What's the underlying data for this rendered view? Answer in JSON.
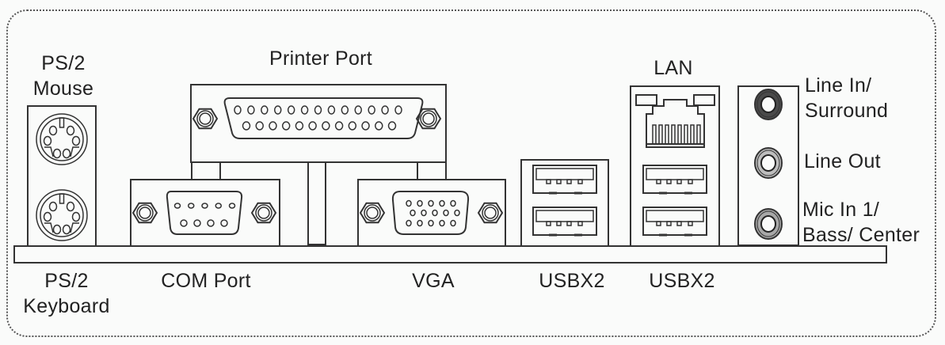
{
  "title": "Back Panel I/O Connectors",
  "labels": {
    "ps2_mouse": [
      "PS/2",
      "Mouse"
    ],
    "ps2_keyboard": [
      "PS/2",
      "Keyboard"
    ],
    "printer_port": "Printer Port",
    "com_port": "COM Port",
    "vga": "VGA",
    "usb_1": "USBX2",
    "lan": "LAN",
    "usb_2": "USBX2",
    "line_in": [
      "Line In/",
      "Surround"
    ],
    "line_out": "Line Out",
    "mic_in": [
      "Mic In 1/",
      "Bass/ Center"
    ]
  },
  "audio_jack_colors": {
    "line_in": "#4a4a4a",
    "line_out": "#bdbdbd",
    "mic_in": "#a8a8a8"
  },
  "connectors": [
    {
      "id": "ps2-mouse",
      "type": "ps2"
    },
    {
      "id": "ps2-keyboard",
      "type": "ps2"
    },
    {
      "id": "printer-port",
      "type": "db25"
    },
    {
      "id": "com-port",
      "type": "db9"
    },
    {
      "id": "vga",
      "type": "db15"
    },
    {
      "id": "usb-pair-1",
      "type": "usb-x2"
    },
    {
      "id": "lan",
      "type": "rj45"
    },
    {
      "id": "usb-pair-2",
      "type": "usb-x2"
    },
    {
      "id": "audio-jacks",
      "type": "audio-x3"
    }
  ]
}
